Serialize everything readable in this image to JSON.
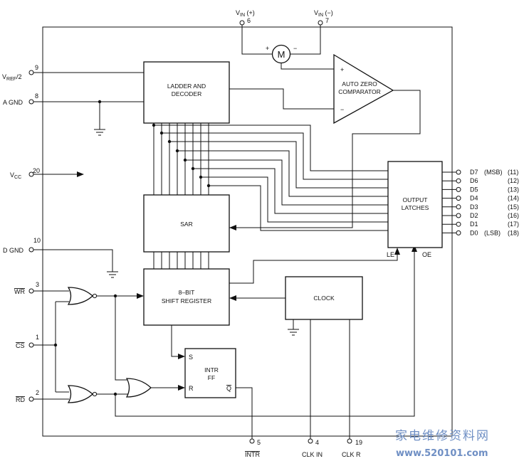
{
  "blocks": {
    "ladder": [
      "LADDER AND",
      "DECODER"
    ],
    "comparator": [
      "AUTO ZERO",
      "COMPARATOR"
    ],
    "sar": "SAR",
    "shift_register": [
      "8–BIT",
      "SHIFT REGISTER"
    ],
    "clock": "CLOCK",
    "latches": [
      "OUTPUT",
      "LATCHES"
    ],
    "ff": [
      "INTR",
      "FF"
    ]
  },
  "ff_pins": {
    "s": "S",
    "r": "R",
    "q": "Q"
  },
  "comparator_signs": {
    "plus": "+",
    "minus": "−"
  },
  "motor": {
    "symbol": "M",
    "plus": "+",
    "minus": "−"
  },
  "latch_pins": {
    "le": "LE",
    "oe": "OE"
  },
  "top_pins": [
    {
      "main": "V",
      "sub": "IN",
      "suffix": " (+)",
      "pin": "6"
    },
    {
      "main": "V",
      "sub": "IN",
      "suffix": " (−)",
      "pin": "7"
    }
  ],
  "left_pins": {
    "vref": {
      "main": "V",
      "sub": "REF",
      "suffix": "/2",
      "pin": "9"
    },
    "agnd": {
      "label": "A GND",
      "pin": "8"
    },
    "vcc": {
      "main": "V",
      "sub": "CC",
      "pin": "20"
    },
    "dgnd": {
      "label": "D GND",
      "pin": "10"
    },
    "wr": {
      "label": "WR",
      "pin": "3"
    },
    "cs": {
      "label": "CS",
      "pin": "1"
    },
    "rd": {
      "label": "RD",
      "pin": "2"
    }
  },
  "bottom_pins": {
    "intr": {
      "label": "INTR",
      "pin": "5"
    },
    "clkin": {
      "label": "CLK IN",
      "pin": "4"
    },
    "clkr": {
      "label": "CLK R",
      "pin": "19"
    }
  },
  "outputs": [
    {
      "name": "D7",
      "note": "(MSB)",
      "pin": "(11)"
    },
    {
      "name": "D6",
      "note": "",
      "pin": "(12)"
    },
    {
      "name": "D5",
      "note": "",
      "pin": "(13)"
    },
    {
      "name": "D4",
      "note": "",
      "pin": "(14)"
    },
    {
      "name": "D3",
      "note": "",
      "pin": "(15)"
    },
    {
      "name": "D2",
      "note": "",
      "pin": "(16)"
    },
    {
      "name": "D1",
      "note": "",
      "pin": "(17)"
    },
    {
      "name": "D0",
      "note": "(LSB)",
      "pin": "(18)"
    }
  ],
  "watermark": {
    "cn": "家电维修资料网",
    "url": "www.520101.com"
  }
}
